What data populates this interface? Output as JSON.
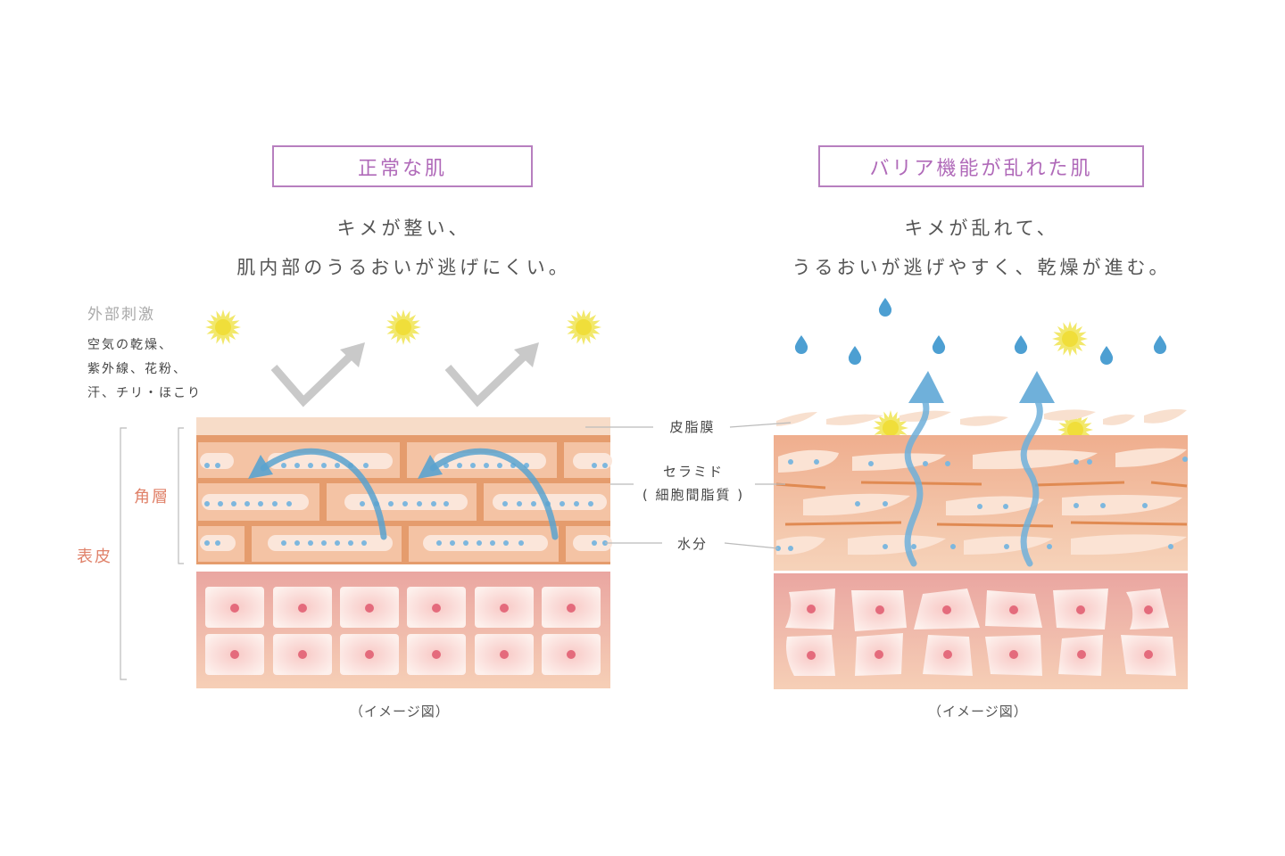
{
  "left": {
    "title": "正常な肌",
    "lead_lines": [
      "キメが整い、",
      "肌内部のうるおいが逃げにくい。"
    ],
    "caption": "（イメージ図）"
  },
  "right": {
    "title": "バリア機能が乱れた肌",
    "lead_lines": [
      "キメが乱れて、",
      "うるおいが逃げやすく、乾燥が進む。"
    ],
    "caption": "（イメージ図）"
  },
  "stimuli": {
    "heading": "外部刺激",
    "items": [
      "空気の乾燥、",
      "紫外線、花粉、",
      "汗、チリ・ほこり"
    ]
  },
  "labels": {
    "sebum": "皮脂膜",
    "ceramide": "セラミド",
    "ceramide_sub": "( 細胞間脂質 )",
    "water": "水分",
    "stratum": "角層",
    "epidermis": "表皮"
  },
  "colors": {
    "title_border": "#b77fbf",
    "title_text": "#b06ab9",
    "lipid": "#e3915f",
    "layer": "#f3c5a8",
    "epi": "#f2b3aa",
    "water": "#5aa3cf",
    "sun": "#f0e34e",
    "gray_arrow": "#c9c9c9",
    "side_text": "#e0826a"
  },
  "icons": [
    "sun-icon",
    "water-drop-icon",
    "deflect-arrow-icon",
    "escape-arrow-icon",
    "return-arrow-icon"
  ]
}
